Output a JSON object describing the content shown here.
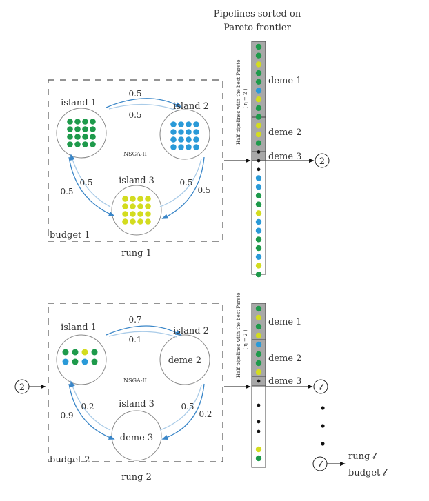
{
  "header": {
    "line1": "Pipelines sorted on",
    "line2": "Pareto frontier"
  },
  "top": {
    "island1": "island 1",
    "island2": "island 2",
    "island3": "island 3",
    "center": "NSGA-II",
    "w12_top": "0.5",
    "w12_bottom": "0.5",
    "w13_inner": "0.5",
    "w13_outer": "0.5",
    "w23_inner": "0.5",
    "w23_outer": "0.5",
    "budget": "budget 1",
    "rung": "rung 1",
    "vertical_label": "Half pipelines with the best Pareto",
    "eta": "( η = 2 )",
    "deme1": "deme 1",
    "deme2": "deme 2",
    "deme3": "deme 3",
    "next_marker": "2",
    "island1_dots": [
      "g",
      "g",
      "g",
      "g",
      "g",
      "g",
      "g",
      "g",
      "g",
      "g",
      "g",
      "g",
      "g",
      "g",
      "g",
      "g"
    ],
    "island2_dots": [
      "b",
      "b",
      "b",
      "b",
      "b",
      "b",
      "b",
      "b",
      "b",
      "b",
      "b",
      "b",
      "b",
      "b",
      "b",
      "b"
    ],
    "island3_dots": [
      "y",
      "y",
      "y",
      "y",
      "y",
      "y",
      "y",
      "y",
      "y",
      "y",
      "y",
      "y",
      "y",
      "y",
      "y",
      "y"
    ],
    "column_dots": [
      "g",
      "g",
      "y",
      "g",
      "g",
      "b",
      "y",
      "g",
      "g",
      "y",
      "y",
      "g",
      "k",
      "k",
      "k",
      "b",
      "b",
      "g",
      "g",
      "y",
      "b",
      "b",
      "g",
      "g",
      "b",
      "y",
      "g"
    ]
  },
  "bottom": {
    "island1": "island 1",
    "island2": "island 2",
    "island3": "island 3",
    "center": "NSGA-II",
    "deme2_inside": "deme 2",
    "deme3_inside": "deme 3",
    "w12_top": "0.7",
    "w12_bottom": "0.1",
    "w13_inner": "0.2",
    "w13_outer": "0.9",
    "w23_inner": "0.5",
    "w23_outer": "0.2",
    "budget": "budget 2",
    "rung": "rung 2",
    "vertical_label": "Half pipelines with the best Pareto",
    "eta": "( η = 2 )",
    "deme1": "deme 1",
    "deme2": "deme 2",
    "deme3": "deme 3",
    "input_marker": "2",
    "out_marker": "𝓁",
    "legend_marker": "𝓁",
    "rung_l": "rung 𝓁",
    "budget_l": "budget 𝓁",
    "island1_dots": [
      "g",
      "g",
      "y",
      "g",
      "b",
      "g",
      "b",
      "g"
    ],
    "column_dots": [
      "g",
      "y",
      "g",
      "y",
      "b",
      "g",
      "g",
      "y",
      "k",
      "k",
      "k",
      "k",
      "y",
      "g"
    ]
  },
  "colors": {
    "g": "#1e9a4b",
    "b": "#2a9ad8",
    "y": "#d3dc1f",
    "k": "#111111",
    "arrow": "#3a86c8",
    "arrow_light": "#a9cbe8",
    "deme_fill": "#a8a8a8"
  }
}
